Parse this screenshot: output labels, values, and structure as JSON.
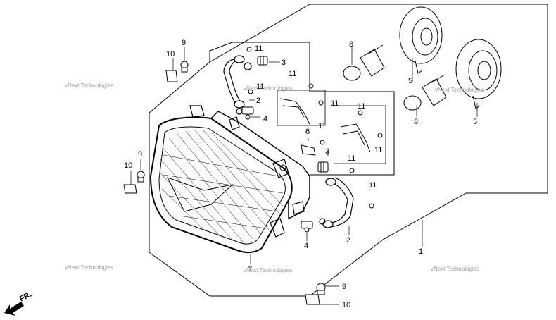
{
  "diagram": {
    "watermark": "vNext Technologies",
    "direction_label": "FR.",
    "callouts": {
      "c1": "1",
      "c2a": "2",
      "c2b": "2",
      "c3a": "3",
      "c3b": "3",
      "c4a": "4",
      "c4b": "4",
      "c5a": "5",
      "c5b": "5",
      "c6": "6",
      "c7": "7",
      "c8a": "8",
      "c8b": "8",
      "c9a": "9",
      "c9b": "9",
      "c9c": "9",
      "c10a": "10",
      "c10b": "10",
      "c10c": "10",
      "c11a": "11",
      "c11b": "11",
      "c11c": "11",
      "c11d": "11",
      "c11e": "11",
      "c11f": "11",
      "c11g": "11",
      "c11h": "11",
      "c11i": "11"
    }
  }
}
